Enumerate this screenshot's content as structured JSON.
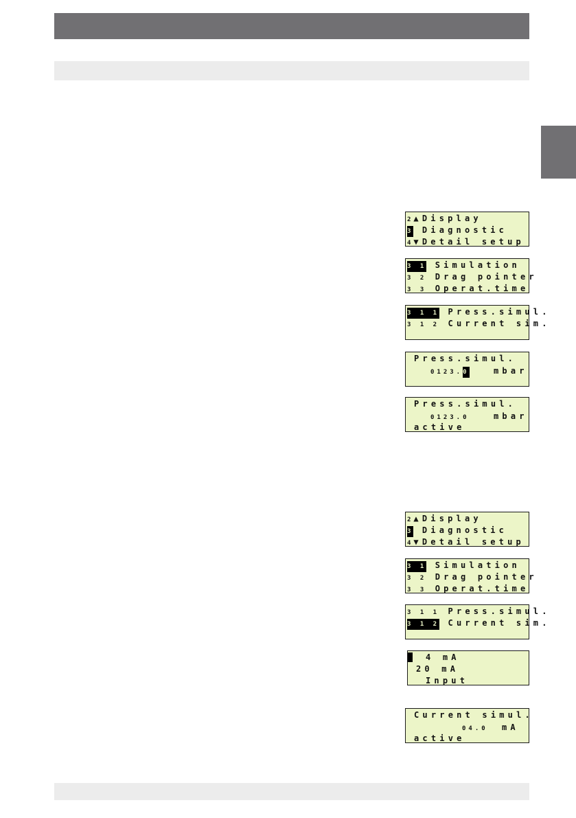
{
  "screens": {
    "s1": {
      "r1": {
        "num": "2",
        "arrow": "▲",
        "text": "Display"
      },
      "r2": {
        "num": "3",
        "text": "Diagnostic"
      },
      "r3": {
        "num": "4",
        "arrow": "▼",
        "text": "Detail setup"
      }
    },
    "s2": {
      "r1": {
        "num": "3 1",
        "text": "Simulation"
      },
      "r2": {
        "num": "3 2",
        "text": "Drag pointer"
      },
      "r3": {
        "num": "3 3",
        "text": "Operat.time"
      }
    },
    "s3": {
      "r1": {
        "num": "3 1 1",
        "text": "Press.simul."
      },
      "r2": {
        "num": "3 1 2",
        "text": "Current sim."
      }
    },
    "s4": {
      "title": "Press.simul.",
      "value_pre": "0123.",
      "value_cursor": "0",
      "unit": "mbar"
    },
    "s5": {
      "title": "Press.simul.",
      "value": "0123.0",
      "unit": "mbar",
      "status": "active"
    },
    "s6": {
      "r1": {
        "num": "2",
        "arrow": "▲",
        "text": "Display"
      },
      "r2": {
        "num": "3",
        "text": "Diagnostic"
      },
      "r3": {
        "num": "4",
        "arrow": "▼",
        "text": "Detail setup"
      }
    },
    "s7": {
      "r1": {
        "num": "3 1",
        "text": "Simulation"
      },
      "r2": {
        "num": "3 2",
        "text": "Drag pointer"
      },
      "r3": {
        "num": "3 3",
        "text": "Operat.time"
      }
    },
    "s8": {
      "r1": {
        "num": "3 1 1",
        "text": "Press.simul."
      },
      "r2": {
        "num": "3 1 2",
        "text": "Current sim."
      }
    },
    "s9": {
      "opt1": "4 mA",
      "opt2": "20 mA",
      "opt3": "Input"
    },
    "s10": {
      "title": "Current simul.",
      "value": "04.0",
      "unit": "mA",
      "status": "active"
    }
  }
}
